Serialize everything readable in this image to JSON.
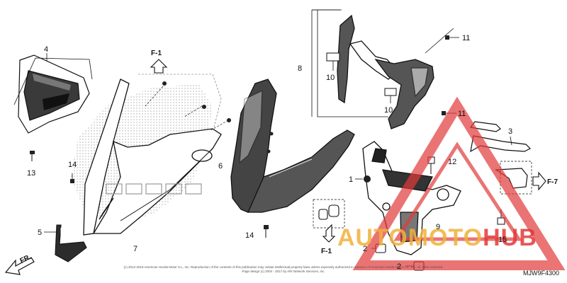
{
  "diagram": {
    "part_labels": {
      "p1": "1",
      "p2a": "2",
      "p2b": "2",
      "p3": "3",
      "p4": "4",
      "p5": "5",
      "p6": "6",
      "p7": "7",
      "p8": "8",
      "p9": "9",
      "p10a": "10",
      "p10b": "10",
      "p11a": "11",
      "p11b": "11",
      "p12": "12",
      "p13": "13",
      "p14a": "14",
      "p14b": "14",
      "p15": "15"
    },
    "refs": {
      "f1_top": "F-1",
      "f1_bottom": "F-1",
      "f7": "F-7",
      "front": "FR."
    },
    "footer": {
      "line1": "(c) 2012-2016 American Honda Motor Co., Inc. Reproduction of the contents of this publication may violate intellectual property laws unless expressly authorized in advance of American Honda Motor Co., Inc. All rights reserved.",
      "line2": "Page design (c) 2004 - 2017 by ARI Network Services, Inc."
    },
    "code": "MJW9F4300"
  },
  "watermark": {
    "part1": "AUTO",
    "part2": "MOTO",
    "part3": "HUB",
    "color_red": "#e23a3a",
    "color_yellow": "#f2b13a"
  }
}
